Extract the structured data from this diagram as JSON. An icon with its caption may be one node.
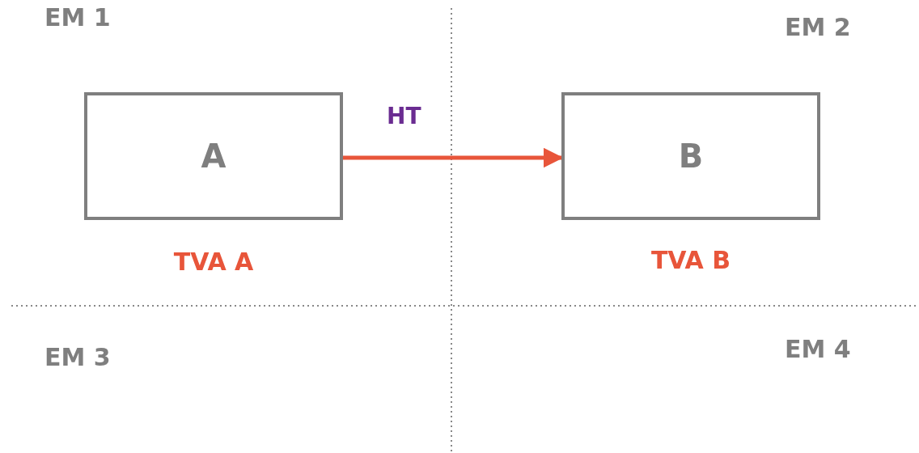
{
  "diagram": {
    "nodes": [
      {
        "text": [
          "A"
        ],
        "beside": [
          "TVA A"
        ]
      },
      {
        "text": [
          "B"
        ],
        "beside": [
          "TVA B"
        ]
      }
    ],
    "edges": [
      {
        "from": 0,
        "to": 1,
        "arrow": "to",
        "label": "HT"
      }
    ],
    "labels": [
      "EM 1",
      "EM 2",
      "EM 3",
      "EM 4"
    ]
  }
}
